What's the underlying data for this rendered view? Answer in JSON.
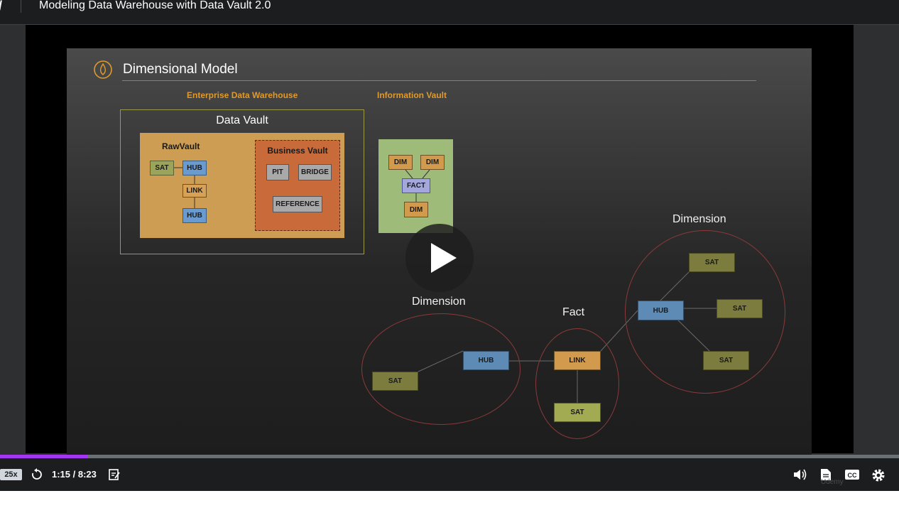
{
  "header": {
    "course_title": "Modeling Data Warehouse with Data Vault 2.0"
  },
  "slide": {
    "title": "Dimensional Model",
    "enterprise_label": "Enterprise Data Warehouse",
    "information_label": "Information Vault",
    "data_vault": {
      "title": "Data Vault",
      "raw_vault": {
        "label": "RawVault",
        "nodes": [
          "SAT",
          "HUB",
          "LINK",
          "HUB"
        ]
      },
      "business_vault": {
        "label": "Business Vault",
        "nodes": [
          "PIT",
          "BRIDGE",
          "REFERENCE"
        ]
      }
    },
    "info_vault_nodes": [
      "DIM",
      "DIM",
      "FACT",
      "DIM"
    ],
    "dimension_left": {
      "title": "Dimension",
      "nodes": [
        "SAT",
        "HUB"
      ]
    },
    "fact": {
      "title": "Fact",
      "nodes": [
        "LINK",
        "SAT"
      ]
    },
    "dimension_right": {
      "title": "Dimension",
      "nodes": [
        "SAT",
        "HUB",
        "SAT",
        "SAT"
      ]
    }
  },
  "player": {
    "speed": "25x",
    "time": "1:15 / 8:23",
    "progress": 0.097,
    "watermark": "Udemy"
  },
  "colors": {
    "accent": "#a435f0",
    "hub": "#5d8bb5",
    "sat_dark": "#7b7c3d",
    "sat_light": "#a2aa52",
    "link": "#d29a4d"
  }
}
